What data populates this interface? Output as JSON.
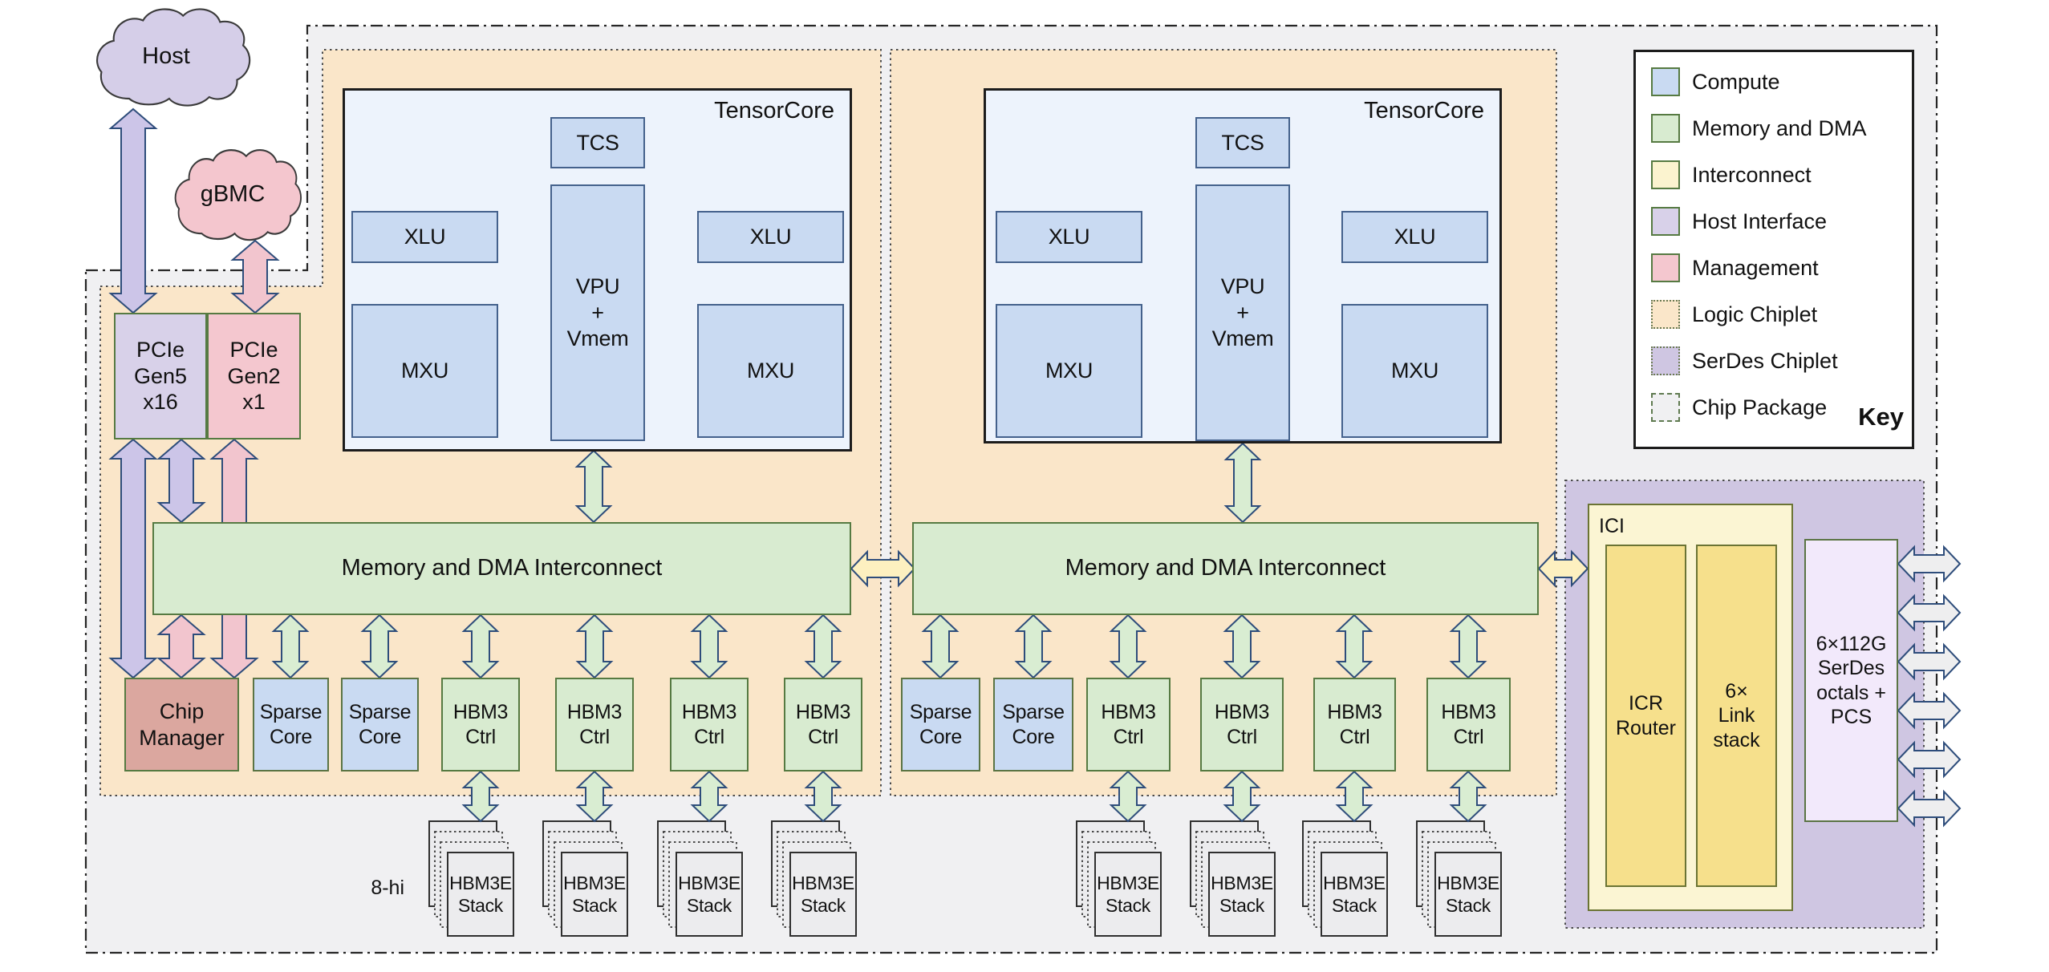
{
  "clouds": {
    "host": "Host",
    "gbmc": "gBMC"
  },
  "pcie_gen5": {
    "l1": "PCIe",
    "l2": "Gen5",
    "l3": "x16"
  },
  "pcie_gen2": {
    "l1": "PCIe",
    "l2": "Gen2",
    "l3": "x1"
  },
  "labels": {
    "tensorcore": "TensorCore",
    "tcs": "TCS",
    "xlu": "XLU",
    "mxu": "MXU",
    "vpu": {
      "l1": "VPU",
      "l2": "+",
      "l3": "Vmem"
    },
    "interconnect": "Memory and DMA Interconnect",
    "chip_manager": {
      "l1": "Chip",
      "l2": "Manager"
    },
    "sparse_core": {
      "l1": "Sparse",
      "l2": "Core"
    },
    "hbm3_ctrl": {
      "l1": "HBM3",
      "l2": "Ctrl"
    },
    "hbm3e_stack": {
      "l1": "HBM3E",
      "l2": "Stack"
    },
    "stack_height": "8-hi",
    "ici": "ICI",
    "icr_router": {
      "l1": "ICR",
      "l2": "Router"
    },
    "link_stack": {
      "l1": "6×",
      "l2": "Link",
      "l3": "stack"
    },
    "serdes": {
      "l1": "6×112G",
      "l2": "SerDes",
      "l3": "octals +",
      "l4": "PCS"
    }
  },
  "key": {
    "title": "Key",
    "items": [
      {
        "label": "Compute",
        "color": "#c9daf2"
      },
      {
        "label": "Memory and DMA",
        "color": "#d8ebd0"
      },
      {
        "label": "Interconnect",
        "color": "#fbf3cf"
      },
      {
        "label": "Host Interface",
        "color": "#d8d1e9"
      },
      {
        "label": "Management",
        "color": "#f4c7cf"
      },
      {
        "label": "Logic Chiplet",
        "color": "#fae6c9"
      },
      {
        "label": "SerDes Chiplet",
        "color": "#cfc6e2"
      },
      {
        "label": "Chip Package",
        "color": "#f0f0f2"
      }
    ]
  },
  "colors": {
    "compute_fill": "#c9daf2",
    "memory_fill": "#d8ebd0",
    "interconnect_fill": "#fbf3cf",
    "host_fill": "#d8d1e9",
    "management_fill": "#f4c7cf",
    "logic_chiplet_fill": "#fae6c9",
    "serdes_chiplet_fill": "#cfc6e2",
    "package_fill": "#f0f0f2",
    "arrow_outline": "#2e4d7b"
  }
}
